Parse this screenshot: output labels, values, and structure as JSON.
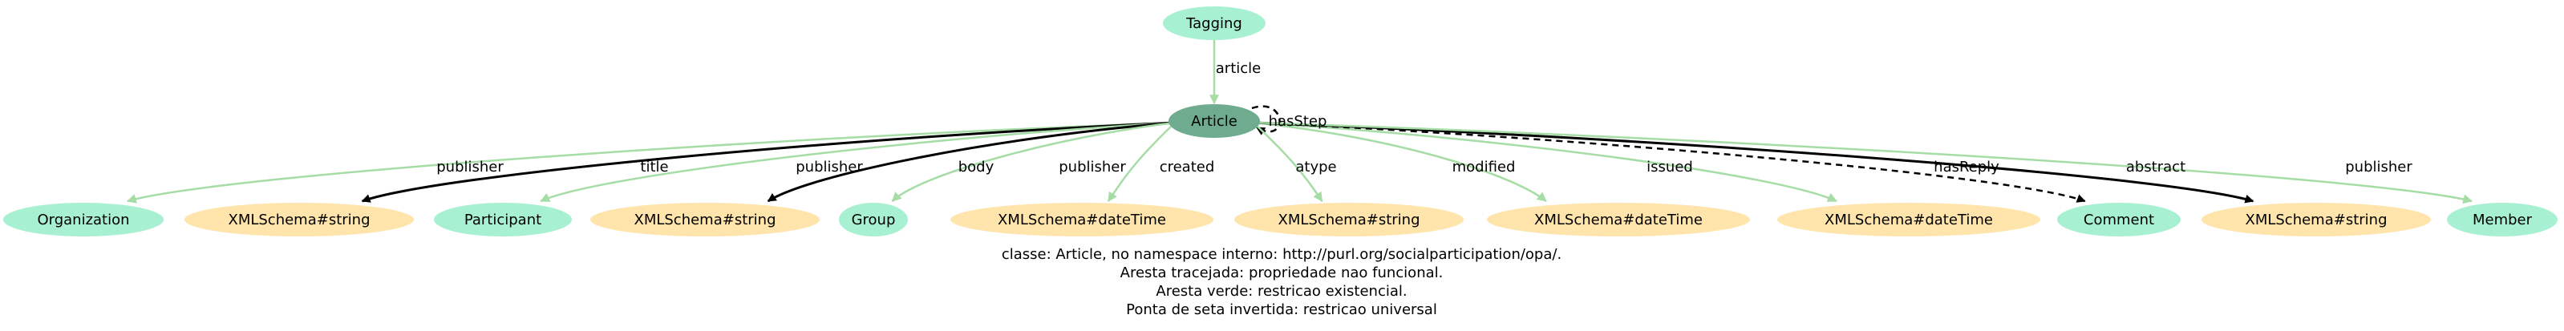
{
  "colors": {
    "class_node": "#a8f0d2",
    "center_node": "#6fac8f",
    "literal_node": "#ffe4ac",
    "green_edge": "#a6dca6",
    "black_edge": "#000000"
  },
  "nodes": [
    {
      "id": "tagging",
      "label": "Tagging",
      "kind": "class"
    },
    {
      "id": "article",
      "label": "Article",
      "kind": "center"
    },
    {
      "id": "organization",
      "label": "Organization",
      "kind": "class"
    },
    {
      "id": "string1",
      "label": "XMLSchema#string",
      "kind": "literal"
    },
    {
      "id": "participant",
      "label": "Participant",
      "kind": "class"
    },
    {
      "id": "string2",
      "label": "XMLSchema#string",
      "kind": "literal"
    },
    {
      "id": "group",
      "label": "Group",
      "kind": "class"
    },
    {
      "id": "datetime1",
      "label": "XMLSchema#dateTime",
      "kind": "literal"
    },
    {
      "id": "string3",
      "label": "XMLSchema#string",
      "kind": "literal"
    },
    {
      "id": "datetime2",
      "label": "XMLSchema#dateTime",
      "kind": "literal"
    },
    {
      "id": "datetime3",
      "label": "XMLSchema#dateTime",
      "kind": "literal"
    },
    {
      "id": "comment",
      "label": "Comment",
      "kind": "class"
    },
    {
      "id": "string4",
      "label": "XMLSchema#string",
      "kind": "literal"
    },
    {
      "id": "member",
      "label": "Member",
      "kind": "class"
    }
  ],
  "edges": [
    {
      "from": "tagging",
      "to": "article",
      "label": "article",
      "style": "green"
    },
    {
      "from": "article",
      "to": "article",
      "label": "hasStep",
      "style": "dashed"
    },
    {
      "from": "article",
      "to": "organization",
      "label": "publisher",
      "style": "green"
    },
    {
      "from": "article",
      "to": "string1",
      "label": "title",
      "style": "black"
    },
    {
      "from": "article",
      "to": "participant",
      "label": "publisher",
      "style": "green"
    },
    {
      "from": "article",
      "to": "string2",
      "label": "body",
      "style": "black"
    },
    {
      "from": "article",
      "to": "group",
      "label": "publisher",
      "style": "green"
    },
    {
      "from": "article",
      "to": "datetime1",
      "label": "created",
      "style": "green"
    },
    {
      "from": "article",
      "to": "string3",
      "label": "atype",
      "style": "green"
    },
    {
      "from": "article",
      "to": "datetime2",
      "label": "modified",
      "style": "green"
    },
    {
      "from": "article",
      "to": "datetime3",
      "label": "issued",
      "style": "green"
    },
    {
      "from": "article",
      "to": "comment",
      "label": "hasReply",
      "style": "dashed"
    },
    {
      "from": "article",
      "to": "string4",
      "label": "abstract",
      "style": "black"
    },
    {
      "from": "article",
      "to": "member",
      "label": "publisher",
      "style": "green"
    }
  ],
  "caption": [
    "classe: Article, no namespace interno: http://purl.org/socialparticipation/opa/.",
    "Aresta tracejada: propriedade nao funcional.",
    "Aresta verde: restricao existencial.",
    "Ponta de seta invertida: restricao universal"
  ]
}
